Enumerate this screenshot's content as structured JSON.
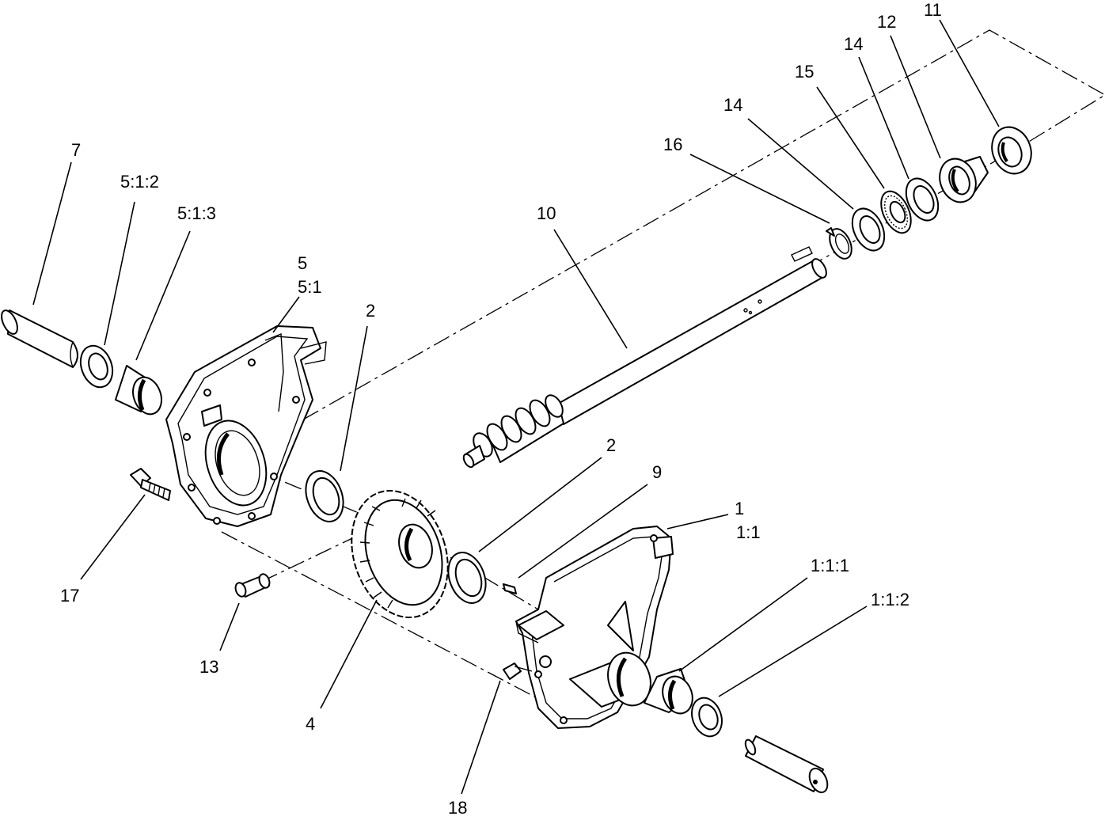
{
  "labels": {
    "p7": "7",
    "p5_1_2": "5:1:2",
    "p5_1_3": "5:1:3",
    "p5": "5",
    "p5_1": "5:1",
    "p2_upper": "2",
    "p10": "10",
    "p16": "16",
    "p14_a": "14",
    "p15": "15",
    "p14_b": "14",
    "p12": "12",
    "p11": "11",
    "p2_lower": "2",
    "p9": "9",
    "p1": "1",
    "p1_1": "1:1",
    "p1_1_1": "1:1:1",
    "p1_1_2": "1:1:2",
    "p17": "17",
    "p13": "13",
    "p4": "4",
    "p18": "18"
  }
}
